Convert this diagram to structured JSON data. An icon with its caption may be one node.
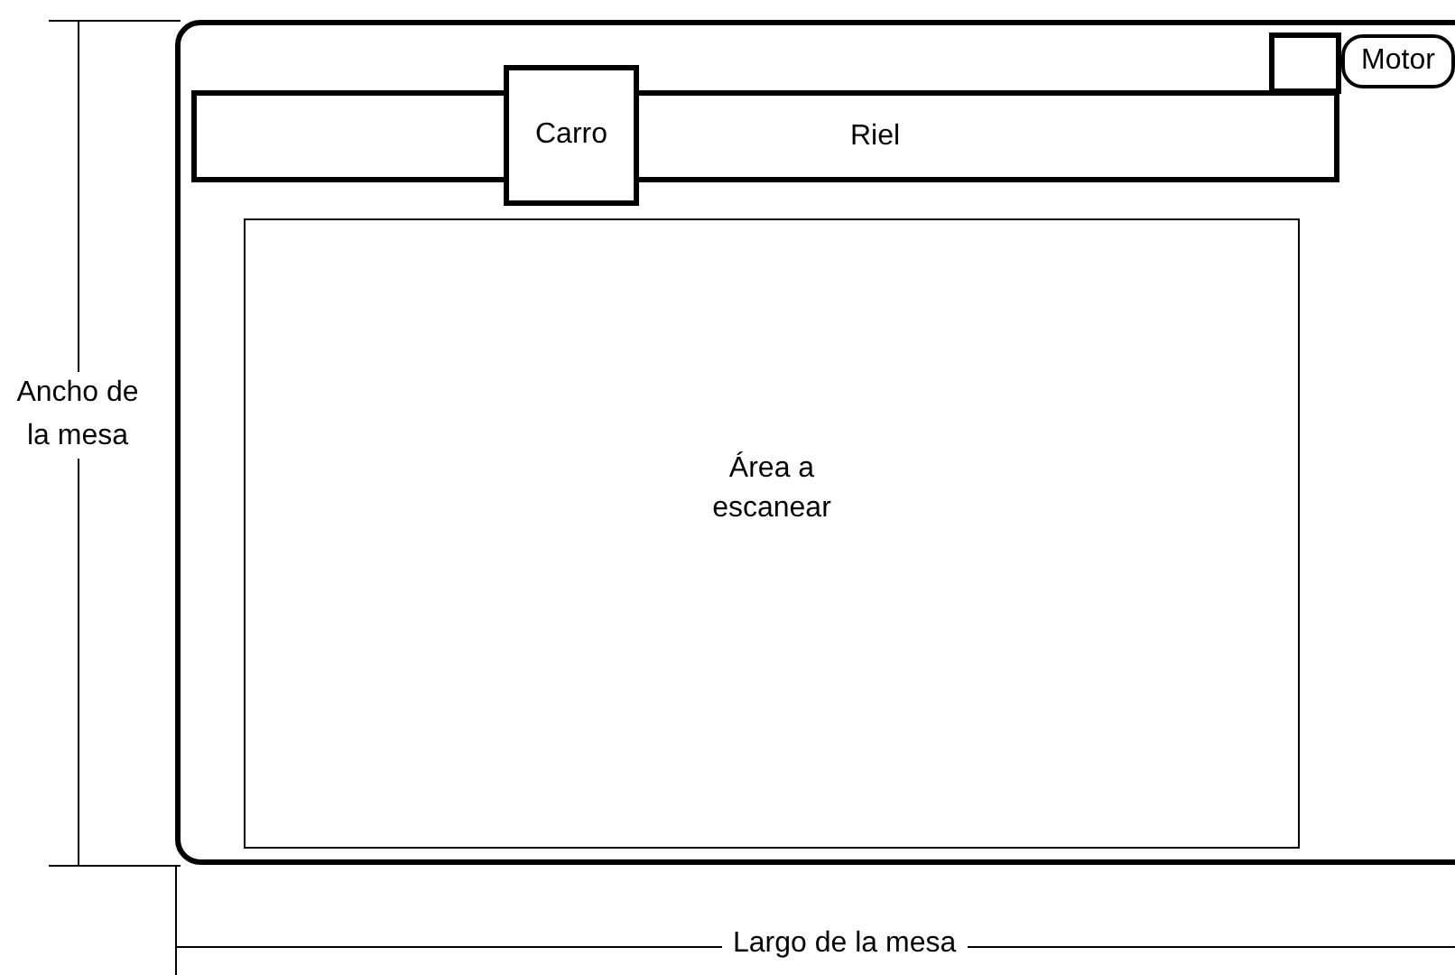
{
  "diagram": {
    "nodes": [
      {
        "text": [],
        "shape": "box"
      },
      {
        "text": [
          "Riel"
        ],
        "in": 0
      },
      {
        "text": [
          "Carro"
        ],
        "in": 0
      },
      {
        "text": [],
        "shape": "box",
        "in": 0
      },
      {
        "text": [
          "Motor"
        ],
        "in": 0
      },
      {
        "text": [
          "Área a escanear"
        ],
        "in": 0
      }
    ],
    "labels": [
      "Ancho de la mesa",
      "Largo de la mesa"
    ]
  }
}
